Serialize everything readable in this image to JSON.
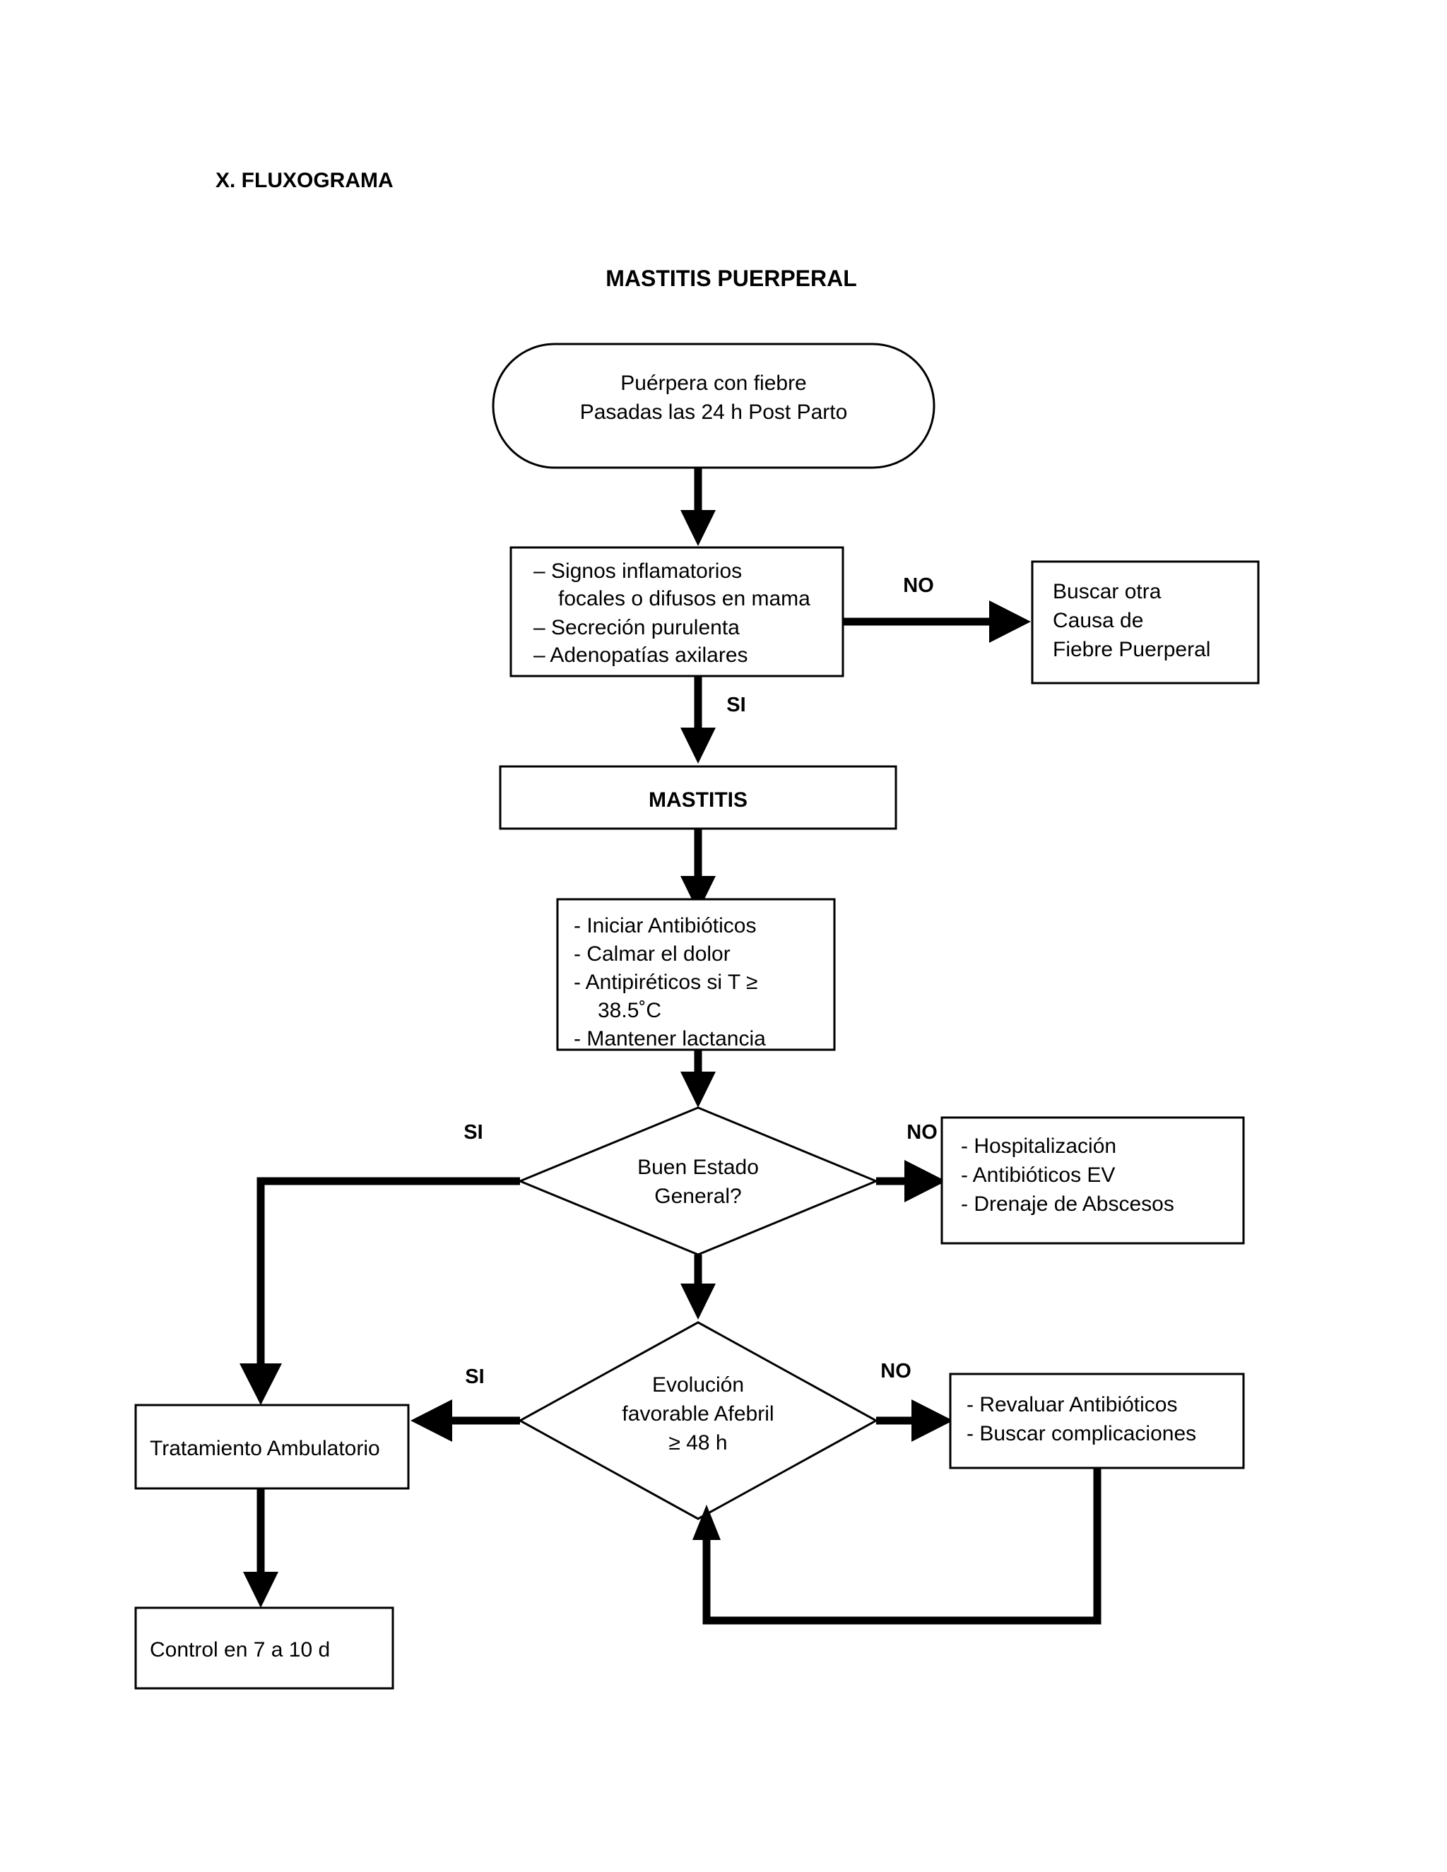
{
  "page": {
    "section_heading": "X. FLUXOGRAMA",
    "diagram_title": "MASTITIS PUERPERAL"
  },
  "nodes": {
    "start": {
      "name": "start-terminator",
      "lines": [
        "Puérpera con fiebre",
        "Pasadas las 24 h Post Parto"
      ]
    },
    "criteria": {
      "name": "criteria-box",
      "lines": [
        "–  Signos inflamatorios",
        "focales o difusos en mama",
        "–  Secreción purulenta",
        "–  Adenopatías axilares"
      ]
    },
    "other_cause": {
      "name": "other-cause-box",
      "lines": [
        "Buscar otra",
        "Causa de",
        "Fiebre Puerperal"
      ]
    },
    "mastitis": {
      "name": "mastitis-box",
      "label": "MASTITIS"
    },
    "treatment": {
      "name": "initial-treatment-box",
      "lines": [
        "-  Iniciar Antibióticos",
        "-  Calmar el dolor",
        "-  Antipiréticos si T ≥",
        "38.5˚C",
        "-  Mantener lactancia"
      ]
    },
    "decision_general": {
      "name": "decision-general-state",
      "lines": [
        "Buen Estado",
        "General?"
      ]
    },
    "hospital": {
      "name": "hospitalization-box",
      "lines": [
        "-     Hospitalización",
        "-     Antibióticos EV",
        "-     Drenaje de Abscesos"
      ]
    },
    "decision_evolution": {
      "name": "decision-evolution",
      "lines": [
        "Evolución",
        "favorable Afebril",
        "≥ 48 h"
      ]
    },
    "ambulatory": {
      "name": "ambulatory-treatment-box",
      "label": "Tratamiento Ambulatorio"
    },
    "control": {
      "name": "control-box",
      "label": "Control en 7 a 10 d"
    },
    "reassess": {
      "name": "reassess-box",
      "lines": [
        "- Revaluar Antibióticos",
        "- Buscar complicaciones"
      ]
    }
  },
  "edge_labels": {
    "criteria_no": "NO",
    "criteria_si": "SI",
    "general_si": "SI",
    "general_no": "NO",
    "evolution_si": "SI",
    "evolution_no": "NO"
  },
  "colors": {
    "stroke": "#000000",
    "fill": "#ffffff",
    "text": "#000000"
  }
}
